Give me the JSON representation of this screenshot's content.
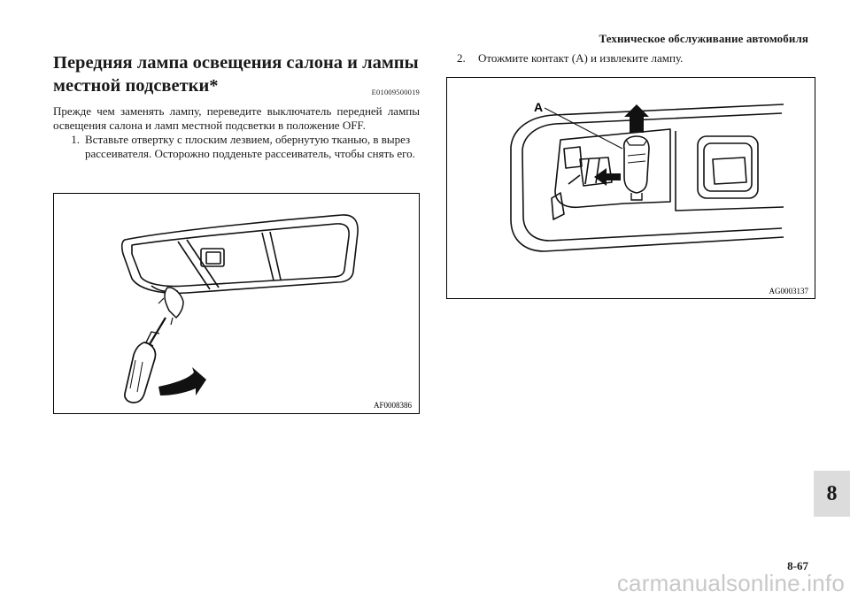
{
  "header": {
    "section_title": "Техническое обслуживание автомобиля"
  },
  "section": {
    "title_line1": "Передняя лампа освещения салона и лампы",
    "title_line2": "местной подсветки*",
    "code": "E01009500019",
    "intro": "Прежде чем заменять лампу, переведите выключатель передней лампы освещения салона и ламп местной подсветки в положение OFF."
  },
  "steps": [
    {
      "num": "1.",
      "text": "Вставьте отвертку с плоским лезвием, обернутую тканью, в вырез рассеивателя. Осторожно подденьте рассеиватель, чтобы снять его."
    },
    {
      "num": "2.",
      "text": "Отожмите контакт (A) и извлеките лампу."
    }
  ],
  "figures": [
    {
      "id": "AF0008386"
    },
    {
      "id": "AG0003137",
      "callout": "A"
    }
  ],
  "chapter_tab": "8",
  "page_number": "8-67",
  "watermark": "carmanualsonline.info"
}
